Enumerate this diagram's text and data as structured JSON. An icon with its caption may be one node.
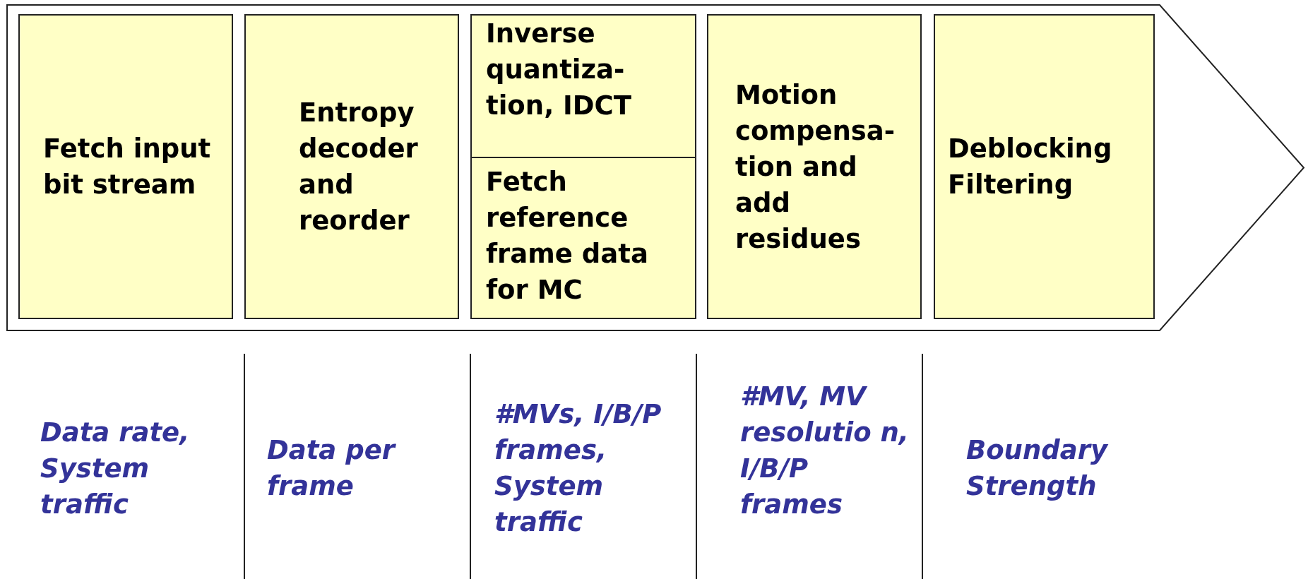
{
  "diagram": {
    "nodes": [
      {
        "text": [],
        "shape": "arrow"
      },
      {
        "text": [
          "Fetch input bit stream"
        ],
        "in": 0
      },
      {
        "text": [
          "Entropy decoder and reorder"
        ],
        "in": 0
      },
      {
        "text": [
          "Inverse quantiza- tion, IDCT",
          "Fetch reference frame data for MC"
        ],
        "in": 0
      },
      {
        "text": [
          "Motion compensa- tion and add residues"
        ],
        "in": 0
      },
      {
        "text": [
          "Deblocking Filtering"
        ],
        "in": 0
      }
    ],
    "labels": [
      "Data rate, System traffic",
      "Data per frame",
      "#MVs, I/B/P frames, System traffic",
      "#MV, MV resolutio n, I/B/P frames",
      "Boundary Strength"
    ]
  }
}
